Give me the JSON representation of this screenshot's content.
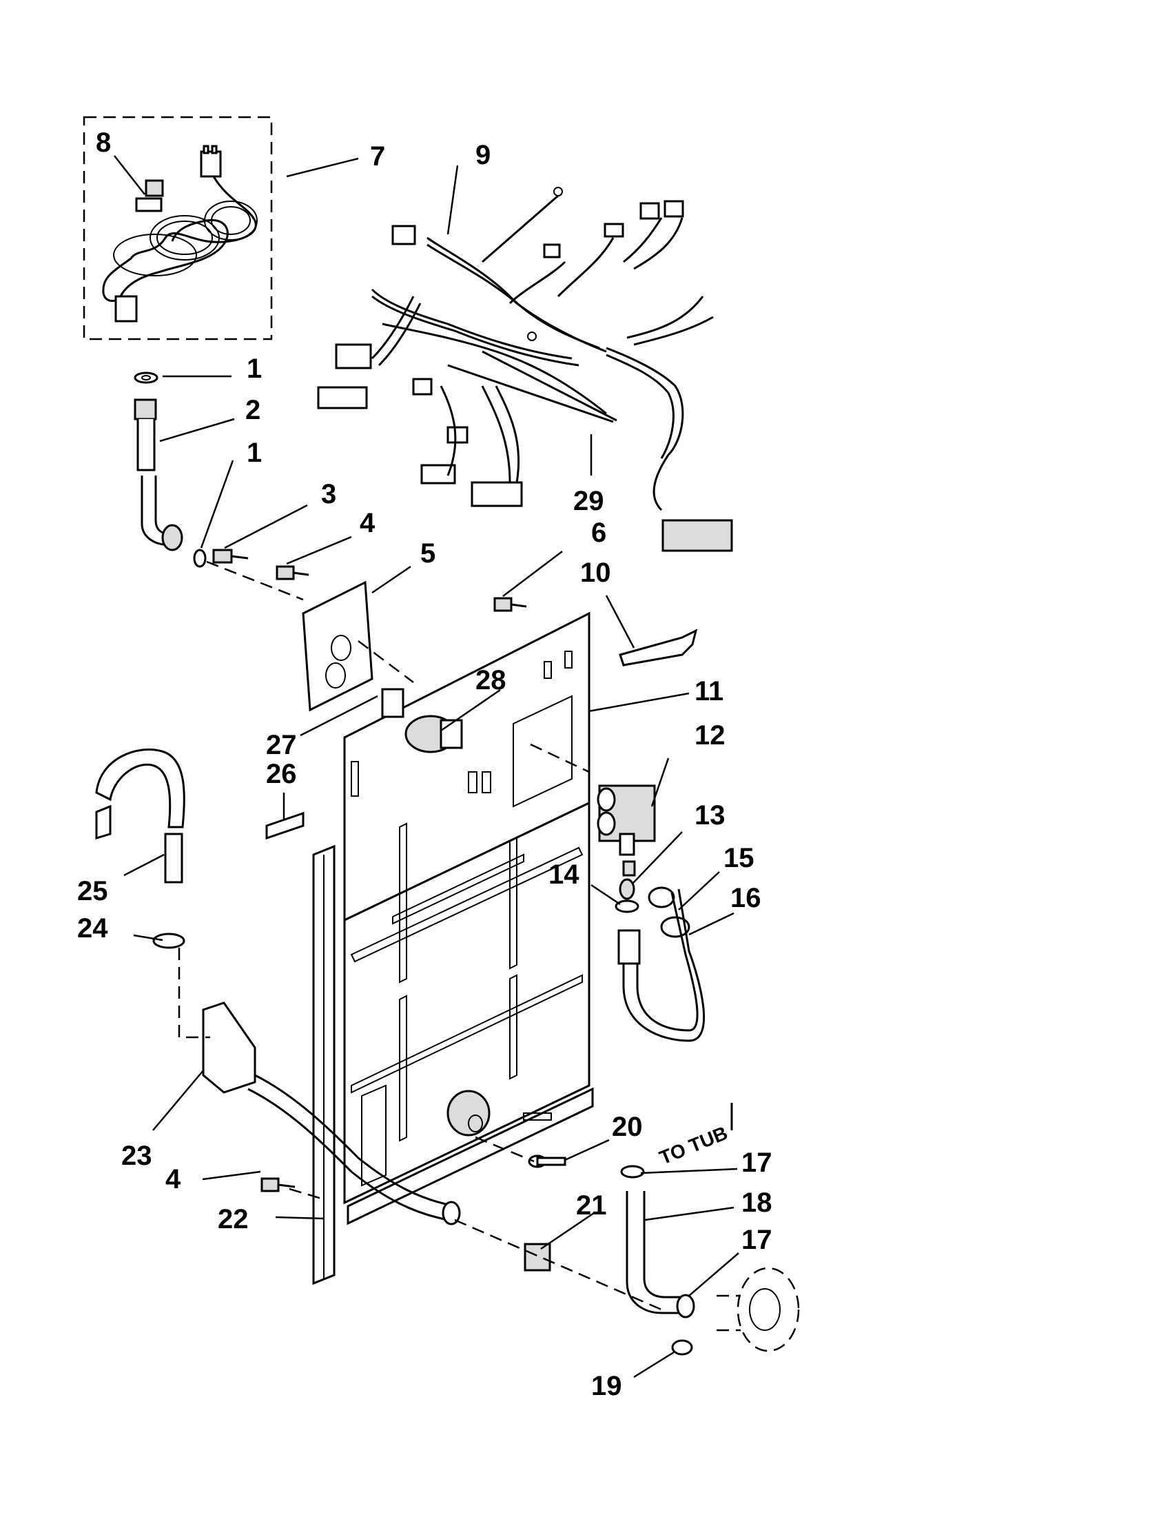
{
  "callouts": [
    {
      "id": "c1a",
      "text": "1"
    },
    {
      "id": "c2",
      "text": "2"
    },
    {
      "id": "c1b",
      "text": "1"
    },
    {
      "id": "c3",
      "text": "3"
    },
    {
      "id": "c4a",
      "text": "4"
    },
    {
      "id": "c5",
      "text": "5"
    },
    {
      "id": "c6",
      "text": "6"
    },
    {
      "id": "c7",
      "text": "7"
    },
    {
      "id": "c8",
      "text": "8"
    },
    {
      "id": "c9",
      "text": "9"
    },
    {
      "id": "c10",
      "text": "10"
    },
    {
      "id": "c11",
      "text": "11"
    },
    {
      "id": "c12",
      "text": "12"
    },
    {
      "id": "c13",
      "text": "13"
    },
    {
      "id": "c14",
      "text": "14"
    },
    {
      "id": "c15",
      "text": "15"
    },
    {
      "id": "c16",
      "text": "16"
    },
    {
      "id": "c17a",
      "text": "17"
    },
    {
      "id": "c17b",
      "text": "17"
    },
    {
      "id": "c18",
      "text": "18"
    },
    {
      "id": "c19",
      "text": "19"
    },
    {
      "id": "c20",
      "text": "20"
    },
    {
      "id": "c21",
      "text": "21"
    },
    {
      "id": "c22",
      "text": "22"
    },
    {
      "id": "c23",
      "text": "23"
    },
    {
      "id": "c24",
      "text": "24"
    },
    {
      "id": "c25",
      "text": "25"
    },
    {
      "id": "c26",
      "text": "26"
    },
    {
      "id": "c27",
      "text": "27"
    },
    {
      "id": "c28",
      "text": "28"
    },
    {
      "id": "c29",
      "text": "29"
    },
    {
      "id": "c4b",
      "text": "4"
    }
  ],
  "annotations": {
    "to_tub": "TO TUB"
  },
  "style": {
    "ink": "#000000",
    "paper": "#ffffff"
  }
}
